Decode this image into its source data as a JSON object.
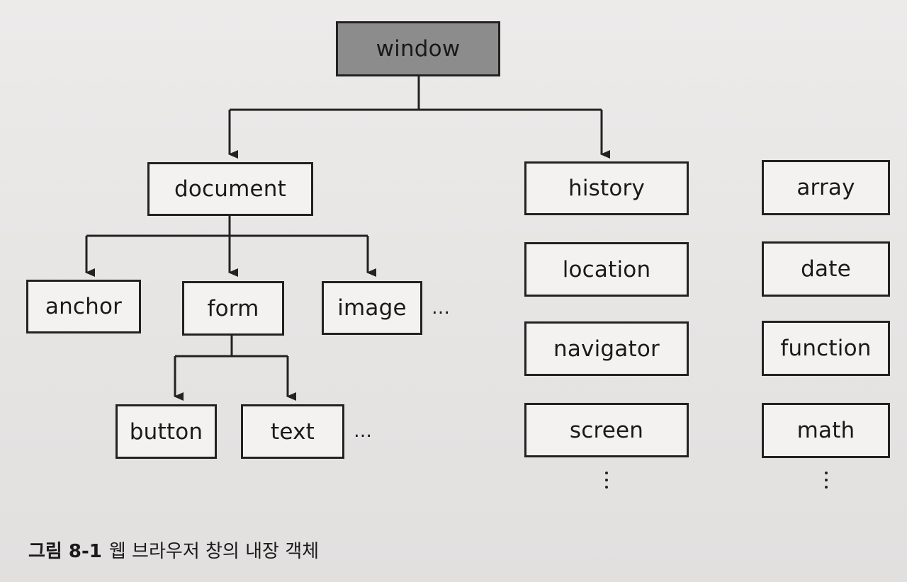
{
  "nodes": {
    "window": "window",
    "document": "document",
    "anchor": "anchor",
    "form": "form",
    "image": "image",
    "button": "button",
    "text": "text",
    "history": "history",
    "location": "location",
    "navigator": "navigator",
    "screen": "screen",
    "array": "array",
    "date": "date",
    "function": "function",
    "math": "math"
  },
  "ellipsis": "…",
  "caption": {
    "number": "그림 8-1",
    "text": "웹 브라우저 창의 내장 객체"
  },
  "colors": {
    "root_fill": "#8c8c8c",
    "box_fill": "#f3f2f1",
    "stroke": "#222222"
  }
}
